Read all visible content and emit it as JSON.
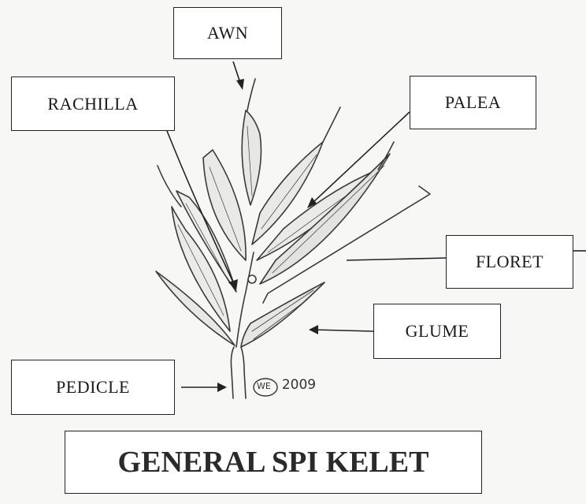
{
  "labels": {
    "awn": "AWN",
    "rachilla": "RACHILLA",
    "palea": "PALEA",
    "floret": "FLORET",
    "glume": "GLUME",
    "pedicle": "PEDICLE"
  },
  "title": "GENERAL SPI KELET",
  "signature": {
    "initials": "WE",
    "year": "2009"
  },
  "colors": {
    "ink": "#333333",
    "background": "#f7f7f5"
  }
}
